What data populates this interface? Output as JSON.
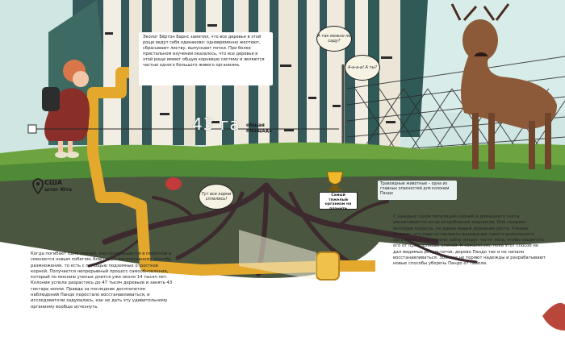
{
  "intro_box": {
    "text": "Эколог Бёртон Барнс заметил, что все деревья в этой роще ведут себя одинаково: одновременно желтеют, сбрасывают листву, выпускают почки. При более пристальном изучении оказалось, что все деревья в этой роще имеют общую корневую систему и являются частью одного большого живого организма."
  },
  "area_label": {
    "value": "43 га",
    "caption": "общая площадь"
  },
  "location": {
    "country": "США",
    "state": "штат Юта"
  },
  "bubble_girl_head": "А так можно по саду?",
  "bubble_deer": "А-а-а-а! А ты?",
  "bubble_roots": "Тут все корни сплелись!",
  "trophy_label": "Самый тяжелый организм на планете",
  "herbivore_note": "Травоядные животные – одна из главных опасностей для колонии Пандо",
  "left_column": "Когда погибает одно дерево, оно превращается в перегной и сменяется новым побегом, благодаря вегетативному способу размножения, то есть с помощью подземных отростков корней. Получается непрерывный процесс самообновления, который по мнению ученых длится уже около 14 тысяч лет. Колония успела разрастись до 47 тысяч деревьев и занять 43 гектара земли. Правда за последние десятилетия наблюдений Пандо перестало восстанавливаться, и исследователи задумались, как не дать эту удивительному организму вообще исчезнуть.",
  "right_column": "С каждым годом популяция оленей и домашнего скота увеличивается из-за истребления хищников. Они съедают молодую поросль, не давая новым деревьям расти. Ученые решили, что надо остановить вымирание такого уникального организма, и построили забор вокруг части леса, чтобы защитить его от прожорливых оленей. К сожалению, пока этот способ не дал видимых результатов, дерево Пандо так и не начало восстанавливаться. Зоологи не теряют надежды и разрабатывают новые способы уберечь Пандо от гибели.",
  "colors": {
    "sky": "#cfe6e2",
    "grass": "#5f9a3a",
    "soil": "#4a5640",
    "roots": "#3c2a2f",
    "pipe": "#e3a82c",
    "birch": "#f2eee4"
  }
}
